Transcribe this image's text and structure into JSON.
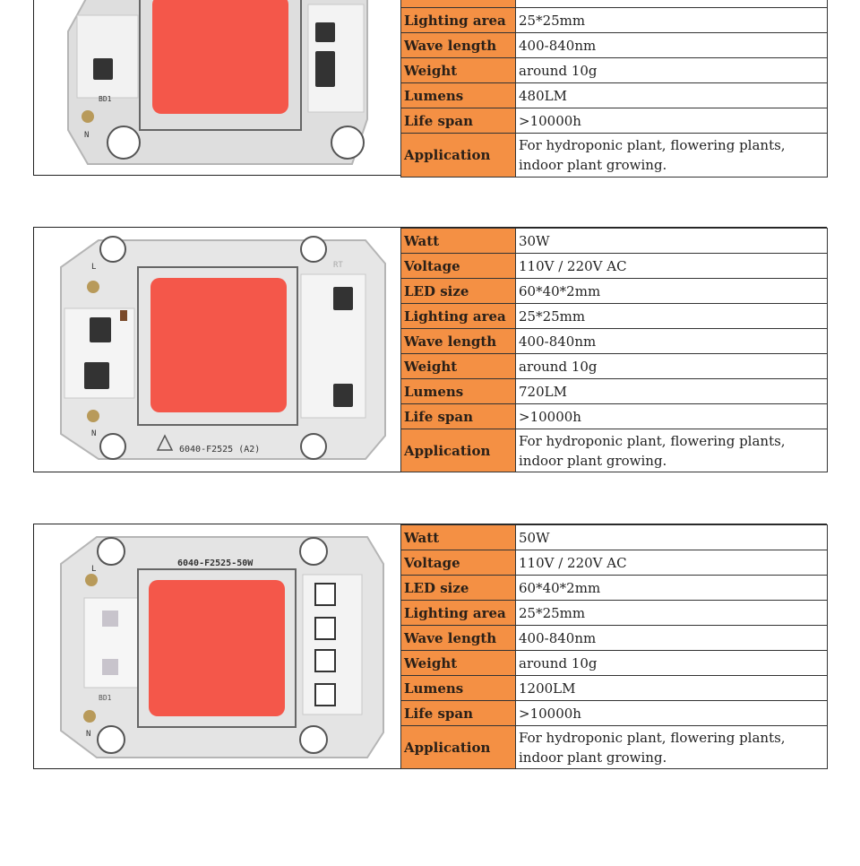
{
  "blocks": [
    {
      "id": "20w",
      "rows": [
        {
          "label": "Lighting area",
          "value": "25*25mm"
        },
        {
          "label": "Wave length",
          "value": "400-840nm"
        },
        {
          "label": "Weight",
          "value": "around 10g"
        },
        {
          "label": "Lumens",
          "value": "480LM"
        },
        {
          "label": "Life span",
          "value": ">10000h"
        },
        {
          "label": "Application",
          "value": "For hydroponic plant, flowering plants, indoor plant growing."
        }
      ],
      "chip": {
        "silk_left": "BD1",
        "pin_n": "N"
      }
    },
    {
      "id": "30w",
      "rows": [
        {
          "label": "Watt",
          "value": "30W"
        },
        {
          "label": "Voltage",
          "value": "110V / 220V AC"
        },
        {
          "label": "LED size",
          "value": "60*40*2mm"
        },
        {
          "label": "Lighting area",
          "value": "25*25mm"
        },
        {
          "label": "Wave length",
          "value": "400-840nm"
        },
        {
          "label": "Weight",
          "value": "around 10g"
        },
        {
          "label": "Lumens",
          "value": "720LM"
        },
        {
          "label": "Life span",
          "value": ">10000h"
        },
        {
          "label": "Application",
          "value": "For hydroponic plant, flowering plants, indoor plant growing."
        }
      ],
      "chip": {
        "model": "6040-F2525 (A2)",
        "pin_l": "L",
        "pin_n": "N",
        "rt": "RT"
      }
    },
    {
      "id": "50w",
      "rows": [
        {
          "label": "Watt",
          "value": "50W"
        },
        {
          "label": "Voltage",
          "value": "110V / 220V AC"
        },
        {
          "label": "LED size",
          "value": "60*40*2mm"
        },
        {
          "label": "Lighting area",
          "value": "25*25mm"
        },
        {
          "label": "Wave length",
          "value": "400-840nm"
        },
        {
          "label": "Weight",
          "value": "around 10g"
        },
        {
          "label": "Lumens",
          "value": "1200LM"
        },
        {
          "label": "Life span",
          "value": ">10000h"
        },
        {
          "label": "Application",
          "value": "For hydroponic plant, flowering plants, indoor plant growing."
        }
      ],
      "chip": {
        "model": "6040-F2525-50W",
        "pin_l": "L",
        "pin_n": "N",
        "silk_left": "BD1"
      }
    }
  ],
  "colors": {
    "label_bg": "#f49044",
    "led": "#f4574a",
    "board": "#dcdcdc"
  }
}
